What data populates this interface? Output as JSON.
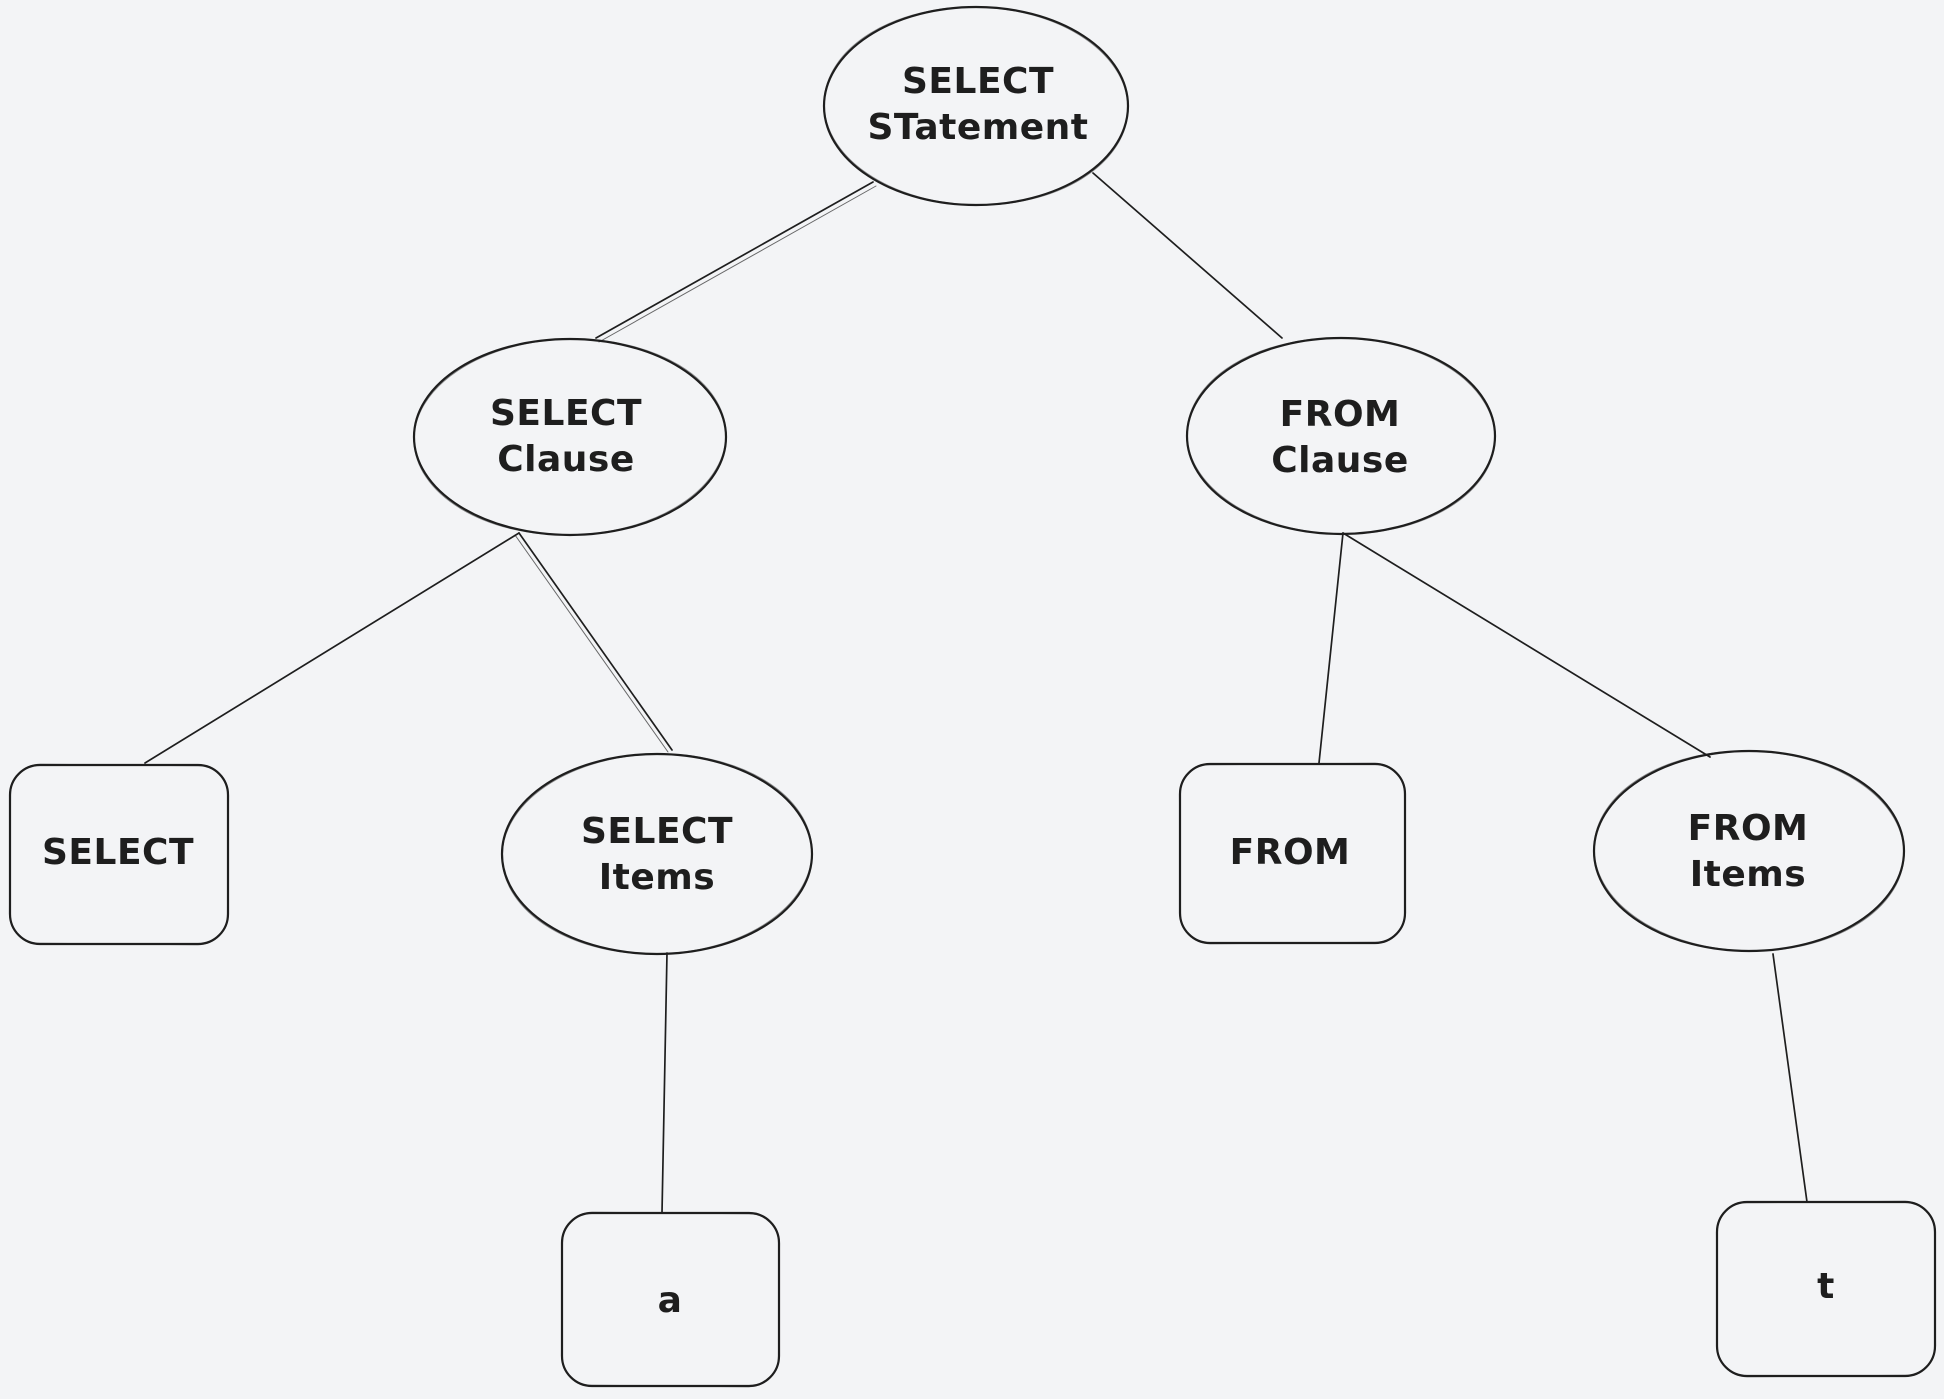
{
  "diagram": {
    "colors": {
      "background": "#f3f4f6",
      "stroke": "#1e1e1e",
      "text": "#1e1e1e"
    },
    "nodes": {
      "select_statement": {
        "label": "SELECT\nSTatement",
        "shape": "ellipse"
      },
      "select_clause": {
        "label": "SELECT\nClause",
        "shape": "ellipse"
      },
      "from_clause": {
        "label": "FROM\nClause",
        "shape": "ellipse"
      },
      "select_keyword": {
        "label": "SELECT",
        "shape": "rounded-rect"
      },
      "select_items": {
        "label": "SELECT\nItems",
        "shape": "ellipse"
      },
      "from_keyword": {
        "label": "FROM",
        "shape": "rounded-rect"
      },
      "from_items": {
        "label": "FROM\nItems",
        "shape": "ellipse"
      },
      "item_a": {
        "label": "a",
        "shape": "rounded-rect"
      },
      "table_t": {
        "label": "t",
        "shape": "rounded-rect"
      }
    },
    "edges": [
      {
        "from": "select_statement",
        "to": "select_clause"
      },
      {
        "from": "select_statement",
        "to": "from_clause"
      },
      {
        "from": "select_clause",
        "to": "select_keyword"
      },
      {
        "from": "select_clause",
        "to": "select_items"
      },
      {
        "from": "select_items",
        "to": "item_a"
      },
      {
        "from": "from_clause",
        "to": "from_keyword"
      },
      {
        "from": "from_clause",
        "to": "from_items"
      },
      {
        "from": "from_items",
        "to": "table_t"
      }
    ]
  }
}
